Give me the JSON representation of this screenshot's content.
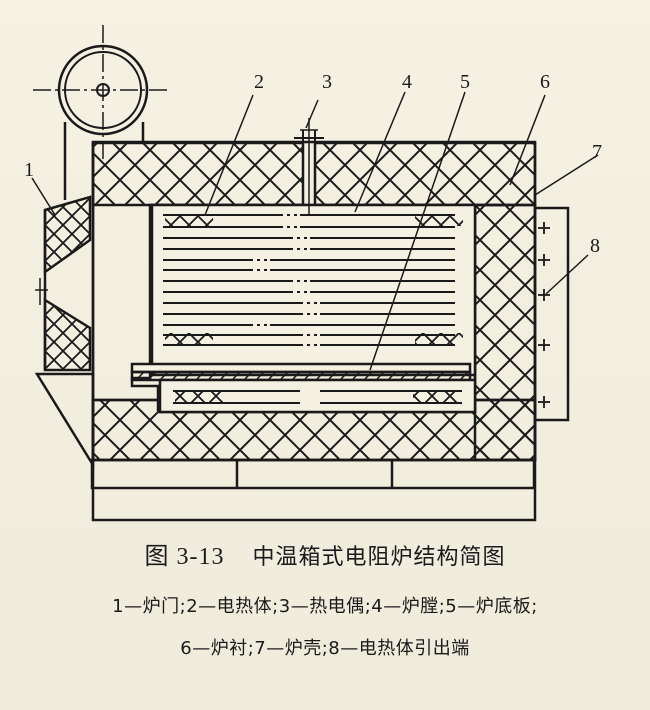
{
  "figure": {
    "number": "图 3-13",
    "title": "中温箱式电阻炉结构简图"
  },
  "callouts": [
    {
      "id": "1",
      "label": "1"
    },
    {
      "id": "2",
      "label": "2"
    },
    {
      "id": "3",
      "label": "3"
    },
    {
      "id": "4",
      "label": "4"
    },
    {
      "id": "5",
      "label": "5"
    },
    {
      "id": "6",
      "label": "6"
    },
    {
      "id": "7",
      "label": "7"
    },
    {
      "id": "8",
      "label": "8"
    }
  ],
  "legend": {
    "line1": [
      {
        "num": "1",
        "dash": "—",
        "name": "炉门",
        "sep": ";"
      },
      {
        "num": "2",
        "dash": "—",
        "name": "电热体",
        "sep": ";"
      },
      {
        "num": "3",
        "dash": "—",
        "name": "热电偶",
        "sep": ";"
      },
      {
        "num": "4",
        "dash": "—",
        "name": "炉膛",
        "sep": ";"
      },
      {
        "num": "5",
        "dash": "—",
        "name": "炉底板",
        "sep": ";"
      }
    ],
    "line2": [
      {
        "num": "6",
        "dash": "—",
        "name": "炉衬",
        "sep": ";"
      },
      {
        "num": "7",
        "dash": "—",
        "name": "炉壳",
        "sep": ";"
      },
      {
        "num": "8",
        "dash": "—",
        "name": "电热体引出端",
        "sep": ""
      }
    ]
  },
  "colors": {
    "paper": "#f4f0e2",
    "ink": "#1a1a1a"
  }
}
